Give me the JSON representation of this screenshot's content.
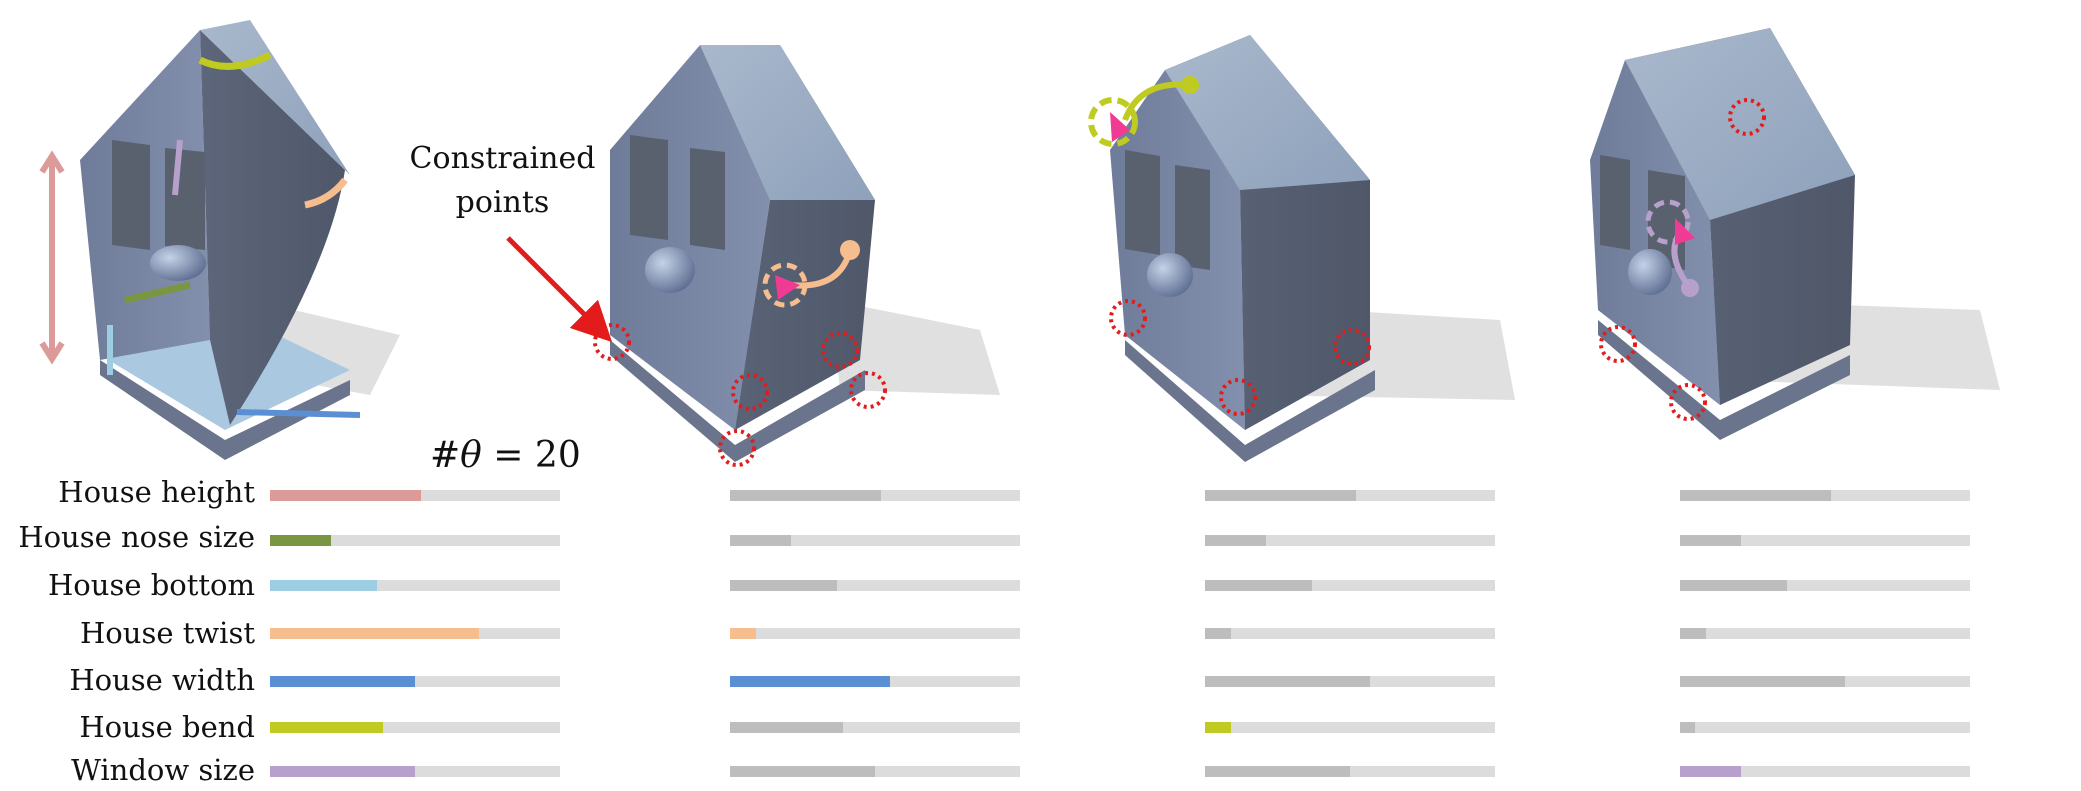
{
  "annotation": {
    "line1": "Constrained",
    "line2": "points"
  },
  "theta_label": {
    "prefix": "#",
    "symbol": "θ",
    "suffix": " = 20"
  },
  "parameters": [
    {
      "label": "House height",
      "color": "#dc9a98"
    },
    {
      "label": "House nose size",
      "color": "#7a9640"
    },
    {
      "label": "House bottom",
      "color": "#9ccde2"
    },
    {
      "label": "House twist",
      "color": "#f6bd8e"
    },
    {
      "label": "House width",
      "color": "#5b8fd3"
    },
    {
      "label": "House bend",
      "color": "#bfcb20"
    },
    {
      "label": "Window size",
      "color": "#b8a0cc"
    }
  ],
  "inactive_color": "#bdbdbd",
  "panels": [
    {
      "values": [
        0.52,
        0.21,
        0.37,
        0.72,
        0.5,
        0.39,
        0.5
      ],
      "active": [
        true,
        true,
        true,
        true,
        true,
        true,
        true
      ]
    },
    {
      "values": [
        0.52,
        0.21,
        0.37,
        0.09,
        0.55,
        0.39,
        0.5
      ],
      "active": [
        false,
        false,
        false,
        true,
        true,
        false,
        false
      ]
    },
    {
      "values": [
        0.52,
        0.21,
        0.37,
        0.09,
        0.57,
        0.09,
        0.5
      ],
      "active": [
        false,
        false,
        false,
        false,
        false,
        true,
        false
      ]
    },
    {
      "values": [
        0.52,
        0.21,
        0.37,
        0.09,
        0.57,
        0.05,
        0.21
      ],
      "active": [
        false,
        false,
        false,
        false,
        false,
        false,
        true
      ]
    }
  ]
}
